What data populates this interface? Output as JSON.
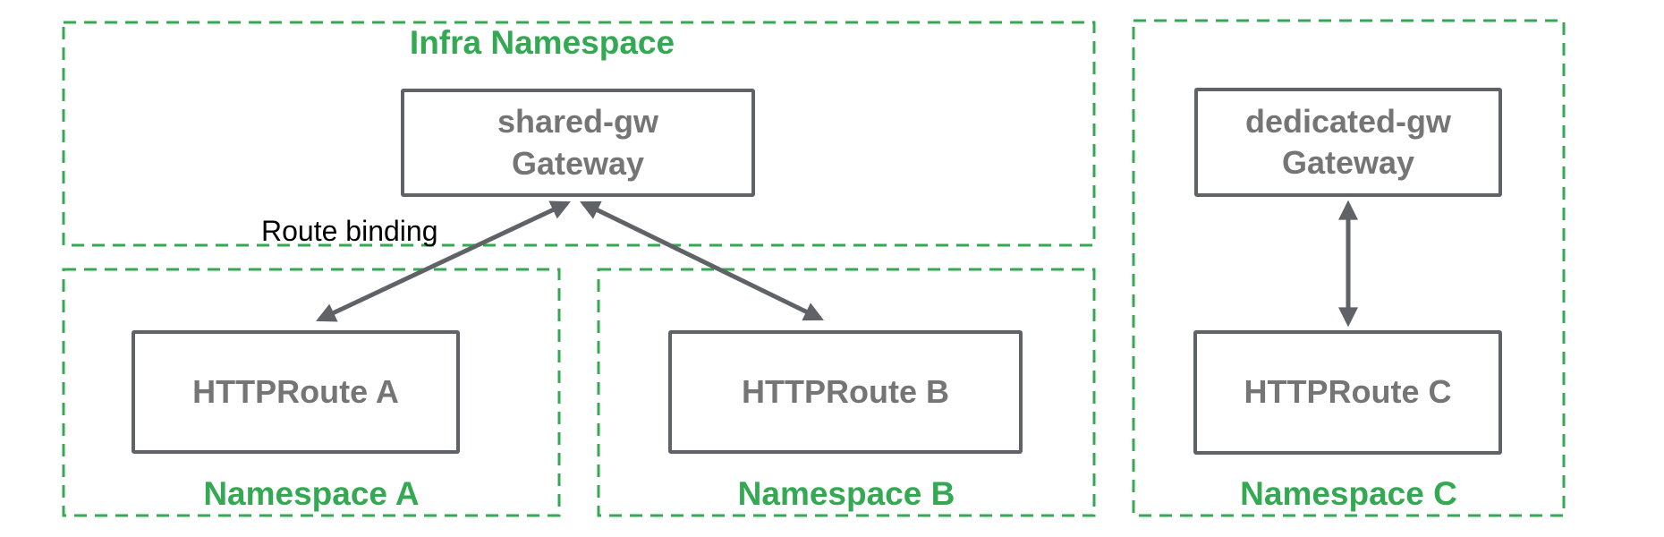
{
  "diagram": {
    "colors": {
      "namespace_green": "#34a853",
      "node_border_gray": "#5f6368",
      "node_text_gray": "#757575",
      "annotation_black": "#000000",
      "background": "#ffffff"
    },
    "infra_namespace": {
      "label": "Infra Namespace",
      "gateway": {
        "name": "shared-gw",
        "type": "Gateway"
      }
    },
    "namespace_a": {
      "label": "Namespace A",
      "route": {
        "name": "HTTPRoute A"
      }
    },
    "namespace_b": {
      "label": "Namespace B",
      "route": {
        "name": "HTTPRoute B"
      }
    },
    "namespace_c": {
      "label": "Namespace C",
      "gateway": {
        "name": "dedicated-gw",
        "type": "Gateway"
      },
      "route": {
        "name": "HTTPRoute C"
      }
    },
    "route_binding_label": "Route binding",
    "edges": [
      {
        "from": "HTTPRoute A",
        "to": "shared-gw Gateway",
        "bidirectional": true,
        "label": "Route binding"
      },
      {
        "from": "HTTPRoute B",
        "to": "shared-gw Gateway",
        "bidirectional": true,
        "label": ""
      },
      {
        "from": "HTTPRoute C",
        "to": "dedicated-gw Gateway",
        "bidirectional": true,
        "label": ""
      }
    ]
  }
}
